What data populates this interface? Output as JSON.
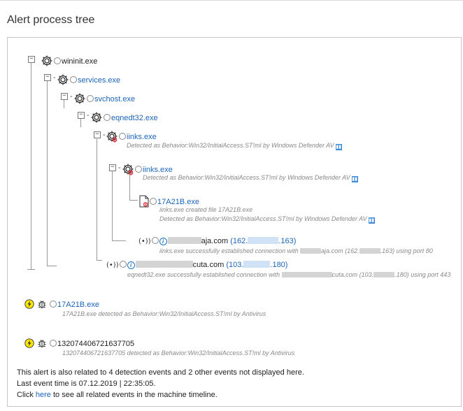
{
  "page": {
    "title": "Alert process tree"
  },
  "tree": {
    "nodes": [
      {
        "name": "wininit.exe"
      },
      {
        "name": "services.exe"
      },
      {
        "name": "svchost.exe"
      },
      {
        "name": "eqnedt32.exe"
      },
      {
        "name": "iinks.exe",
        "detail": "Detected as Behavior:Win32/InitialAccess.ST!ml by Windows Defender AV"
      },
      {
        "name": "iinks.exe",
        "detail": "Detected as Behavior:Win32/InitialAccess.ST!ml by Windows Defender AV"
      },
      {
        "name": "17A21B.exe",
        "detail1": "iinks.exe created file 17A21B.exe",
        "detail2": "Detected as Behavior:Win32/InitialAccess.ST!ml by Windows Defender AV"
      }
    ],
    "connections": [
      {
        "domain_suffix": "aja.com",
        "ip_prefix": "(162.",
        "ip_suffix": ".163)",
        "detail_a": "iinks.exe successfully established connection with",
        "detail_b": "aja.com (162.",
        "detail_c": ".163) using port 80"
      },
      {
        "domain_suffix": "cuta.com",
        "ip_prefix": "(103.",
        "ip_suffix": ".180)",
        "detail_a": "eqnedt32.exe successfully established connection with",
        "detail_b": "cuta.com (103.",
        "detail_c": ".180) using port 443"
      }
    ]
  },
  "alerts": [
    {
      "name": "17A21B.exe",
      "detail": "17A21B.exe detected as Behavior:Win32/InitialAccess.ST!ml by Antivirus"
    },
    {
      "name": "132074406721637705",
      "detail": "132074406721637705 detected as Behavior:Win32/InitialAccess.ST!ml by Antivirus"
    }
  ],
  "footer": {
    "related_text": "This alert is also related to 4 detection events and 2 other events not displayed here.",
    "last_event": "Last event time is 07.12.2019 | 22:35:05.",
    "click_prefix": "Click ",
    "here_link": "here",
    "click_suffix": " to see all related events in the machine timeline."
  },
  "colors": {
    "link": "#1b64b8",
    "alert_red": "#d9262c",
    "warning_yellow": "#ffe600",
    "detail_gray": "#888888"
  }
}
